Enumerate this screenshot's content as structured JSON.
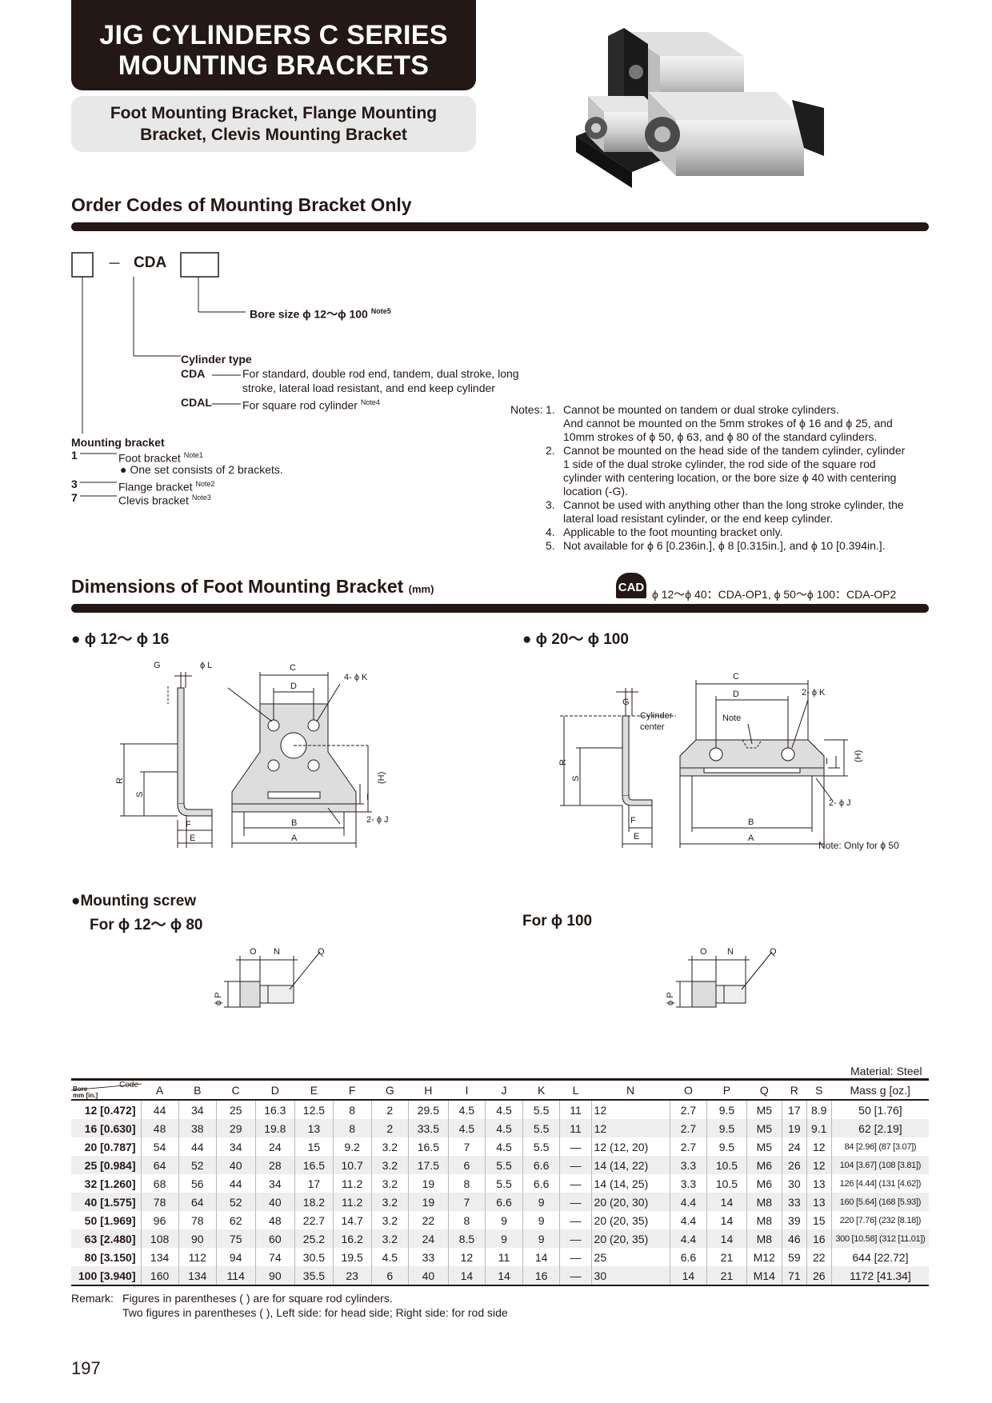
{
  "header": {
    "title_line1": "JIG CYLINDERS C SERIES",
    "title_line2": "MOUNTING BRACKETS",
    "subtitle_line1": "Foot Mounting Bracket, Flange Mounting",
    "subtitle_line2": "Bracket, Clevis Mounting Bracket"
  },
  "order_codes": {
    "section_title": "Order Codes of Mounting Bracket Only",
    "dash": "－",
    "model": "CDA",
    "bore_label": "Bore size ϕ 12～ϕ 100",
    "bore_note": "Note5",
    "cyl_type_label": "Cylinder type",
    "cda_code": "CDA",
    "cda_desc1": "For standard, double rod end, tandem, dual stroke, long",
    "cda_desc2": "stroke, lateral load resistant, and end keep cylinder",
    "cdal_code": "CDAL",
    "cdal_desc": "For square rod cylinder",
    "cdal_note": "Note4",
    "mount_label": "Mounting bracket",
    "m1_code": "1",
    "m1_desc": "Foot bracket",
    "m1_note": "Note1",
    "m1_sub": "One set consists of 2 brackets.",
    "m3_code": "3",
    "m3_desc": "Flange bracket",
    "m3_note": "Note2",
    "m7_code": "7",
    "m7_desc": "Clevis bracket",
    "m7_note": "Note3"
  },
  "notes": {
    "label": "Notes:",
    "items": [
      {
        "num": "1.",
        "lines": [
          "Cannot be mounted on tandem or dual stroke cylinders.",
          "And cannot be mounted on the 5mm strokes of ϕ 16 and ϕ 25, and",
          "10mm strokes of ϕ 50, ϕ 63, and ϕ 80 of the standard cylinders."
        ]
      },
      {
        "num": "2.",
        "lines": [
          "Cannot be mounted on the head side of the tandem cylinder, cylinder",
          "1 side of the dual stroke cylinder, the rod side of the square rod",
          "cylinder with centering location, or the bore size ϕ 40 with centering",
          "location (-G)."
        ]
      },
      {
        "num": "3.",
        "lines": [
          "Cannot be used with anything other than the long stroke cylinder, the",
          "lateral load resistant cylinder, or the end keep cylinder."
        ]
      },
      {
        "num": "4.",
        "lines": [
          "Applicable to the foot mounting bracket only."
        ]
      },
      {
        "num": "5.",
        "lines": [
          "Not available for ϕ 6 [0.236in.], ϕ 8 [0.315in.], and ϕ 10 [0.394in.]."
        ]
      }
    ]
  },
  "dimensions": {
    "section_title": "Dimensions of Foot Mounting Bracket",
    "unit": "(mm)",
    "cad_badge": "CAD",
    "cad_codes": "ϕ 12～ϕ 40：CDA-OP1,  ϕ 50～ϕ 100：CDA-OP2",
    "left_heading": "ϕ 12～ ϕ 16",
    "right_heading": "ϕ 20～ ϕ 100",
    "note_only50": "Note: Only for ϕ 50",
    "lbl_cyl1": "Cylinder",
    "lbl_cyl2": "center",
    "lbl_note": "Note",
    "lbl_A": "A",
    "lbl_B": "B",
    "lbl_C": "C",
    "lbl_D": "D",
    "lbl_E": "E",
    "lbl_F": "F",
    "lbl_G": "G",
    "lbl_H": "(H)",
    "lbl_I": "I",
    "lbl_R": "R",
    "lbl_S": "S",
    "lbl_L": "ϕ L",
    "lbl_4K": "4- ϕ K",
    "lbl_2K": "2- ϕ K",
    "lbl_2J": "2- ϕ J",
    "lbl_O": "O",
    "lbl_N": "N",
    "lbl_Q": "Q",
    "lbl_P": "ϕ P"
  },
  "screw": {
    "heading": "Mounting screw",
    "left_sub": "For ϕ 12～ ϕ 80",
    "right_sub": "For ϕ 100"
  },
  "table": {
    "material": "Material: Steel",
    "corner_code": "Code",
    "corner_bore": "Bore",
    "corner_unit": "mm [in.]",
    "headers": [
      "A",
      "B",
      "C",
      "D",
      "E",
      "F",
      "G",
      "H",
      "I",
      "J",
      "K",
      "L",
      "N",
      "O",
      "P",
      "Q",
      "R",
      "S",
      "Mass g [oz.]"
    ],
    "rows": [
      {
        "bore": "12 [0.472]",
        "cells": [
          "44",
          "34",
          "25",
          "16.3",
          "12.5",
          "8",
          "2",
          "29.5",
          "4.5",
          "4.5",
          "5.5",
          "11",
          "12",
          "2.7",
          "9.5",
          "M5",
          "17",
          "8.9",
          "50 [1.76]"
        ]
      },
      {
        "bore": "16 [0.630]",
        "cells": [
          "48",
          "38",
          "29",
          "19.8",
          "13",
          "8",
          "2",
          "33.5",
          "4.5",
          "4.5",
          "5.5",
          "11",
          "12",
          "2.7",
          "9.5",
          "M5",
          "19",
          "9.1",
          "62 [2.19]"
        ]
      },
      {
        "bore": "20 [0.787]",
        "cells": [
          "54",
          "44",
          "34",
          "24",
          "15",
          "9.2",
          "3.2",
          "16.5",
          "7",
          "4.5",
          "5.5",
          "—",
          "12 (12, 20)",
          "2.7",
          "9.5",
          "M5",
          "24",
          "12",
          "84 [2.96] (87 [3.07])"
        ]
      },
      {
        "bore": "25 [0.984]",
        "cells": [
          "64",
          "52",
          "40",
          "28",
          "16.5",
          "10.7",
          "3.2",
          "17.5",
          "6",
          "5.5",
          "6.6",
          "—",
          "14 (14, 22)",
          "3.3",
          "10.5",
          "M6",
          "26",
          "12",
          "104 [3.67] (108 [3.81])"
        ]
      },
      {
        "bore": "32 [1.260]",
        "cells": [
          "68",
          "56",
          "44",
          "34",
          "17",
          "11.2",
          "3.2",
          "19",
          "8",
          "5.5",
          "6.6",
          "—",
          "14 (14, 25)",
          "3.3",
          "10.5",
          "M6",
          "30",
          "13",
          "126 [4.44] (131 [4.62])"
        ]
      },
      {
        "bore": "40 [1.575]",
        "cells": [
          "78",
          "64",
          "52",
          "40",
          "18.2",
          "11.2",
          "3.2",
          "19",
          "7",
          "6.6",
          "9",
          "—",
          "20 (20, 30)",
          "4.4",
          "14",
          "M8",
          "33",
          "13",
          "160 [5.64] (168 [5.93])"
        ]
      },
      {
        "bore": "50 [1.969]",
        "cells": [
          "96",
          "78",
          "62",
          "48",
          "22.7",
          "14.7",
          "3.2",
          "22",
          "8",
          "9",
          "9",
          "—",
          "20 (20, 35)",
          "4.4",
          "14",
          "M8",
          "39",
          "15",
          "220 [7.76] (232 [8.18])"
        ]
      },
      {
        "bore": "63 [2.480]",
        "cells": [
          "108",
          "90",
          "75",
          "60",
          "25.2",
          "16.2",
          "3.2",
          "24",
          "8.5",
          "9",
          "9",
          "—",
          "20 (20, 35)",
          "4.4",
          "14",
          "M8",
          "46",
          "16",
          "300 [10.58] (312 [11.01])"
        ]
      },
      {
        "bore": "80 [3.150]",
        "cells": [
          "134",
          "112",
          "94",
          "74",
          "30.5",
          "19.5",
          "4.5",
          "33",
          "12",
          "11",
          "14",
          "—",
          "25",
          "6.6",
          "21",
          "M12",
          "59",
          "22",
          "644 [22.72]"
        ]
      },
      {
        "bore": "100 [3.940]",
        "cells": [
          "160",
          "134",
          "114",
          "90",
          "35.5",
          "23",
          "6",
          "40",
          "14",
          "14",
          "16",
          "—",
          "30",
          "14",
          "21",
          "M14",
          "71",
          "26",
          "1172 [41.34]"
        ]
      }
    ],
    "remark_label": "Remark:",
    "remark1": "Figures in parentheses (    ) are for square rod cylinders.",
    "remark2": "Two figures in parentheses (    ), Left side: for head side; Right side: for rod side"
  },
  "page_number": "197"
}
